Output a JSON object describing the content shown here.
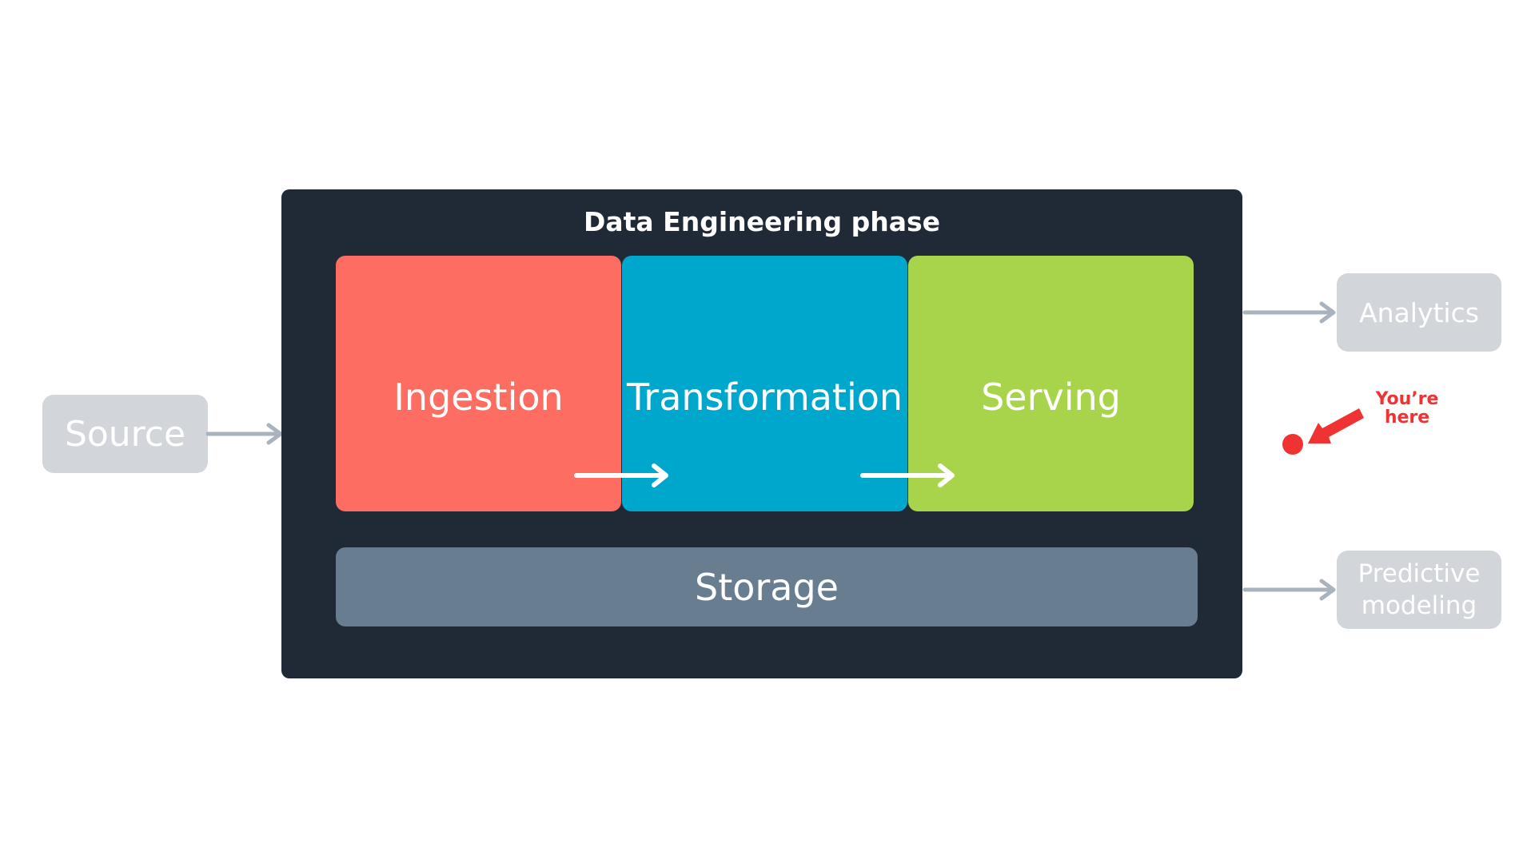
{
  "source": {
    "label": "Source"
  },
  "phase": {
    "title": "Data Engineering phase",
    "stages": [
      {
        "label": "Ingestion",
        "color": "#fe6d62"
      },
      {
        "label": "Transformation",
        "color": "#00a7cc"
      },
      {
        "label": "Serving",
        "color": "#a8d44b"
      }
    ],
    "storage": {
      "label": "Storage",
      "color": "#687d90"
    },
    "panel_color": "#202a37"
  },
  "outputs": {
    "analytics": {
      "label": "Analytics"
    },
    "predictive": {
      "line1": "Predictive",
      "line2": "modeling"
    }
  },
  "marker": {
    "label_line1": "You’re",
    "label_line2": "here",
    "color": "#f13232"
  }
}
